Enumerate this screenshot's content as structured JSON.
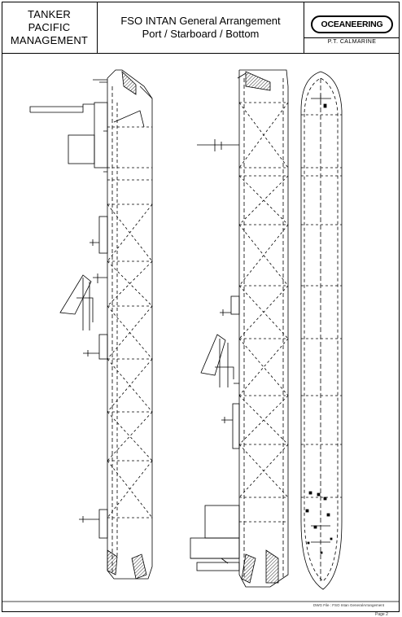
{
  "title_block": {
    "company_lines": [
      "TANKER",
      "PACIFIC",
      "MANAGEMENT"
    ],
    "drawing_title": "FSO INTAN General Arrangement",
    "drawing_subtitle": "Port / Starboard / Bottom",
    "logo_text": "OCEANEERING",
    "client": "P.T. CALMARINE"
  },
  "footer": {
    "file_label": "DWG File : FSO Intan GeneralArrangement",
    "page": "Page 2"
  },
  "colors": {
    "line": "#000000",
    "background": "#ffffff"
  }
}
